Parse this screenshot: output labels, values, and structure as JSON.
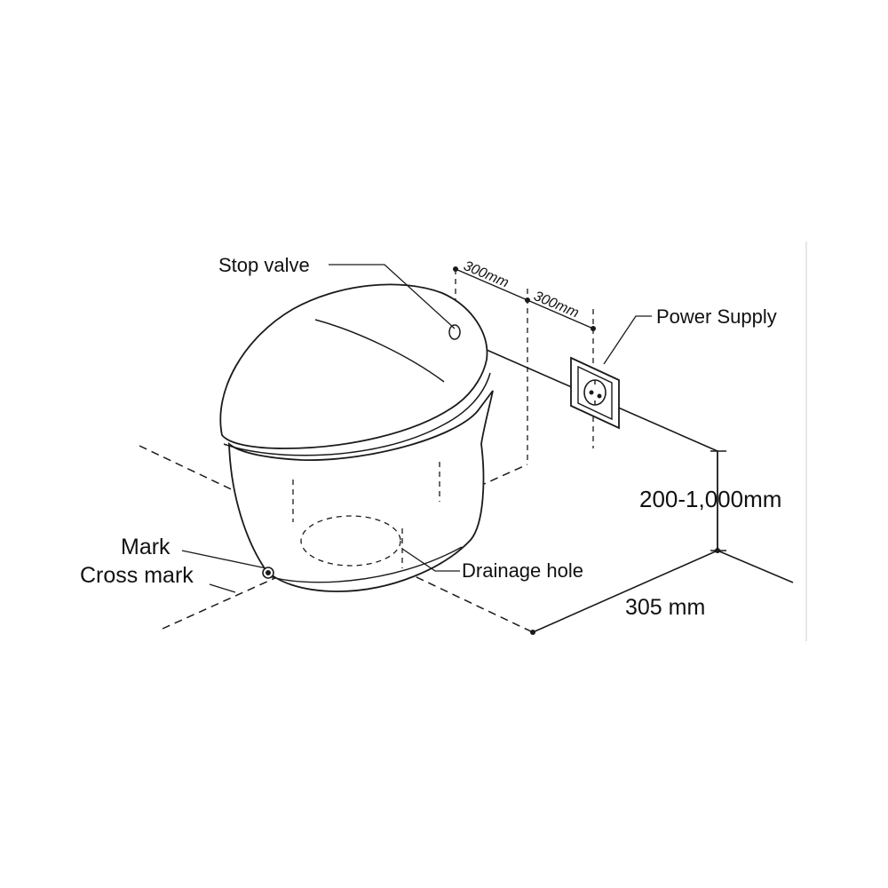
{
  "labels": {
    "stop_valve": "Stop valve",
    "power_supply": "Power Supply",
    "mark": "Mark",
    "cross_mark": "Cross mark",
    "drainage_hole": "Drainage hole"
  },
  "dimensions": {
    "outlet_offset_1": "300mm",
    "outlet_offset_2": "300mm",
    "outlet_height": "200-1,000mm",
    "drain_distance": "305 mm"
  },
  "colors": {
    "line": "#1a1a1a",
    "background": "#ffffff"
  }
}
